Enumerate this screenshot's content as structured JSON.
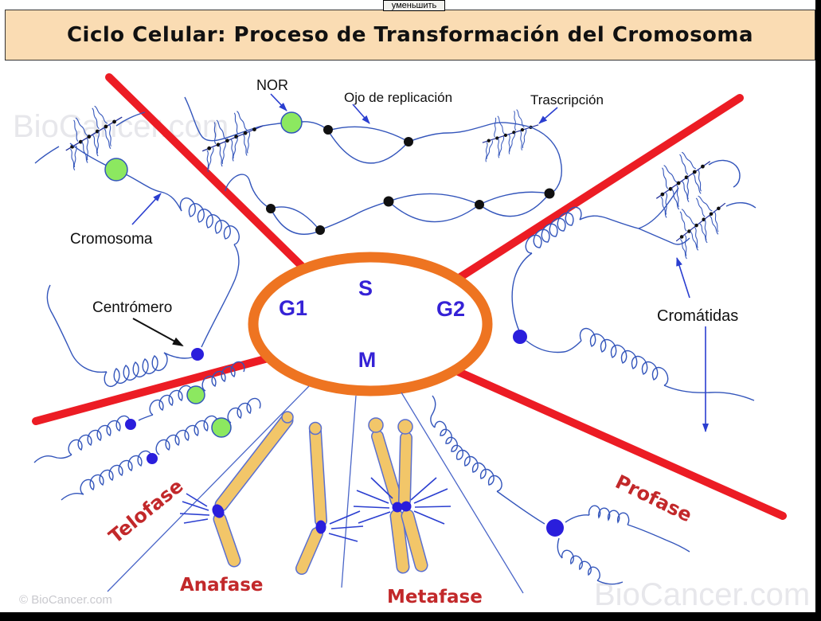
{
  "window": {
    "zoom_button_label": "уменьшить"
  },
  "header": {
    "title": "Ciclo Celular: Proceso de Transformación del Cromosoma"
  },
  "cycle_phases": {
    "s": "S",
    "g1": "G1",
    "g2": "G2",
    "m": "M"
  },
  "annotations": {
    "nor": "NOR",
    "replication_eye": "Ojo de replicación",
    "transcription": "Trascripción",
    "chromosome": "Cromosoma",
    "centromere": "Centrómero",
    "chromatids": "Cromátidas"
  },
  "mitosis_phases": {
    "telophase": "Telofase",
    "anaphase": "Anafase",
    "metaphase": "Metafase",
    "prophase": "Profase"
  },
  "watermarks": {
    "copyright": "© BioCancer.com",
    "brand_top_left": "BioCancer.com",
    "brand_bottom_right": "BioCancer.com"
  },
  "colors": {
    "header_bg": "#FADCB3",
    "title_text": "#111111",
    "cycle_ellipse": "#EE7421",
    "cycle_phase_text": "#3522D6",
    "red_lines": "#EC1C24",
    "mitosis_phase_text": "#C2282A",
    "chromatin_blue": "#3355BB",
    "nor_green": "#8CE860",
    "centromere_blue": "#2A1EDC",
    "chromosome_body_yellow": "#F2C669"
  }
}
